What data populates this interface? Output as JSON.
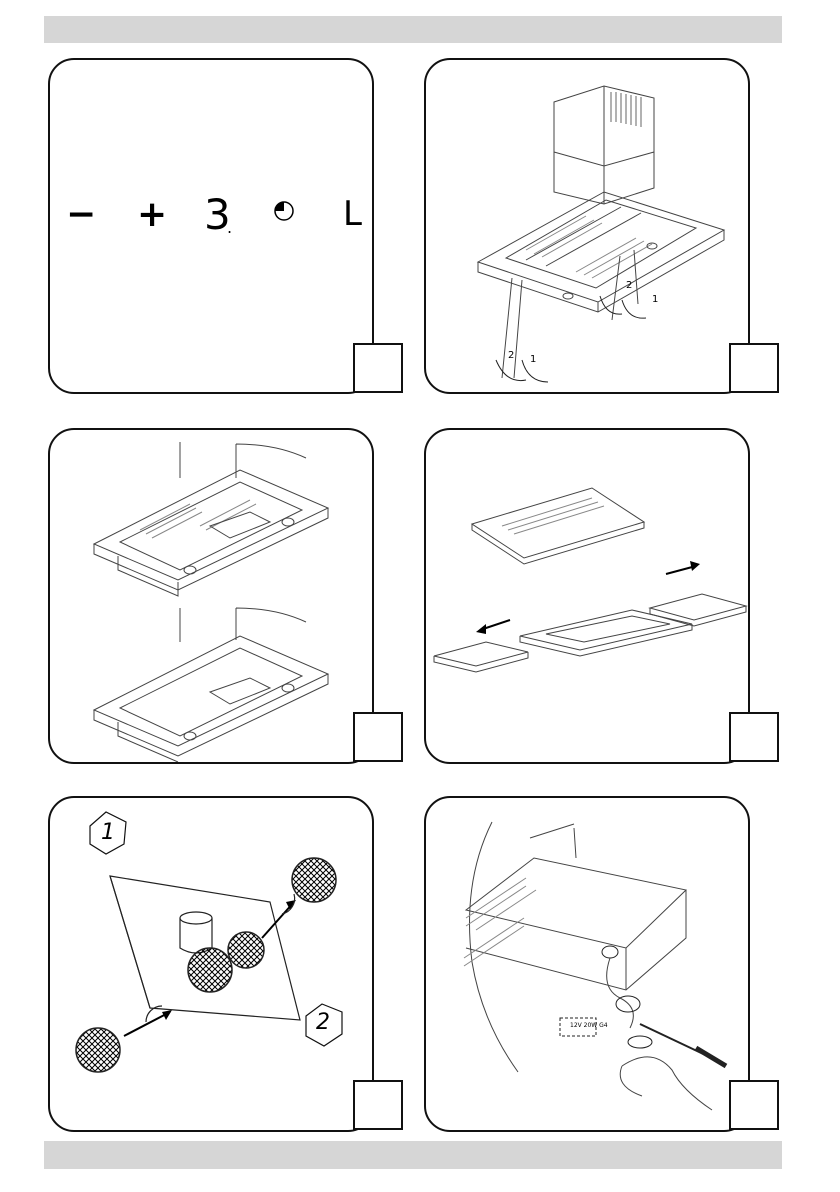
{
  "page": {
    "top_bar_text": "",
    "bottom_bar_text": ""
  },
  "figure1": {
    "controls": {
      "minus": "−",
      "plus": "+",
      "speed": "3",
      "dot": ".",
      "light": "L"
    },
    "number": ""
  },
  "figure2": {
    "labels": {
      "a2": "2",
      "a1": "1",
      "b2": "2",
      "b1": "1"
    },
    "number": ""
  },
  "figure3": {
    "number": ""
  },
  "figure4": {
    "number": ""
  },
  "figure5": {
    "labels": {
      "one": "1",
      "two": "2"
    },
    "number": ""
  },
  "figure6": {
    "labels": {
      "spec": "12V  20W  G4"
    },
    "number": ""
  }
}
